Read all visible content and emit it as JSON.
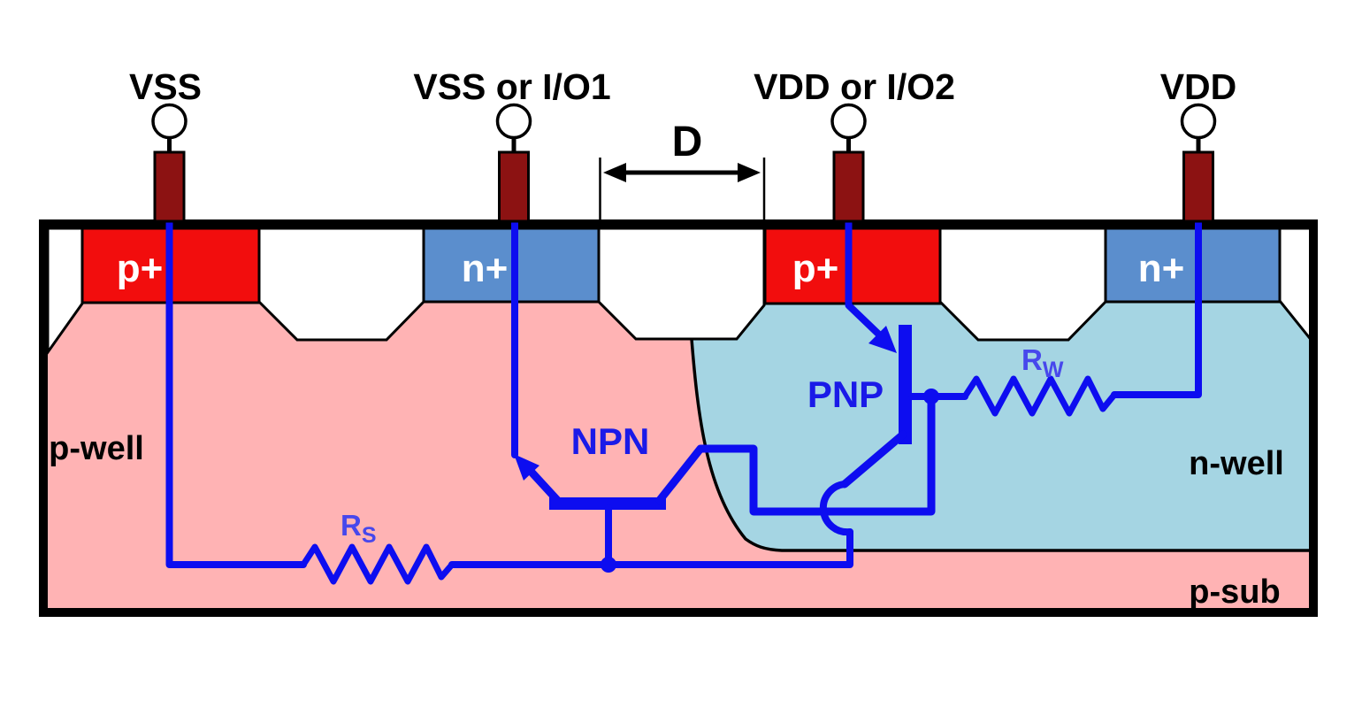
{
  "diagram": {
    "terminals": [
      {
        "label": "VSS"
      },
      {
        "label": "VSS or I/O1"
      },
      {
        "label": "VDD or I/O2"
      },
      {
        "label": "VDD"
      }
    ],
    "dimension_label": "D",
    "regions": {
      "p_plus": "p+",
      "n_plus": "n+",
      "p_well": "p-well",
      "n_well": "n-well",
      "p_sub": "p-sub"
    },
    "transistors": {
      "npn": "NPN",
      "pnp": "PNP"
    },
    "resistors": {
      "substrate": {
        "symbol": "R",
        "subscript": "S"
      },
      "well": {
        "symbol": "R",
        "subscript": "W"
      }
    },
    "colors": {
      "p_plus_red": "#f20d0d",
      "n_plus_blue": "#5b8ecd",
      "p_well_pink": "#ffb3b4",
      "n_well_blue": "#a5d5e3",
      "contact_dark_red": "#8c1212",
      "circuit_blue": "#0d0df0",
      "device_label_blue": "#1a1ae8",
      "resistor_label_blue": "#4747ec",
      "outline_black": "#000000"
    }
  }
}
